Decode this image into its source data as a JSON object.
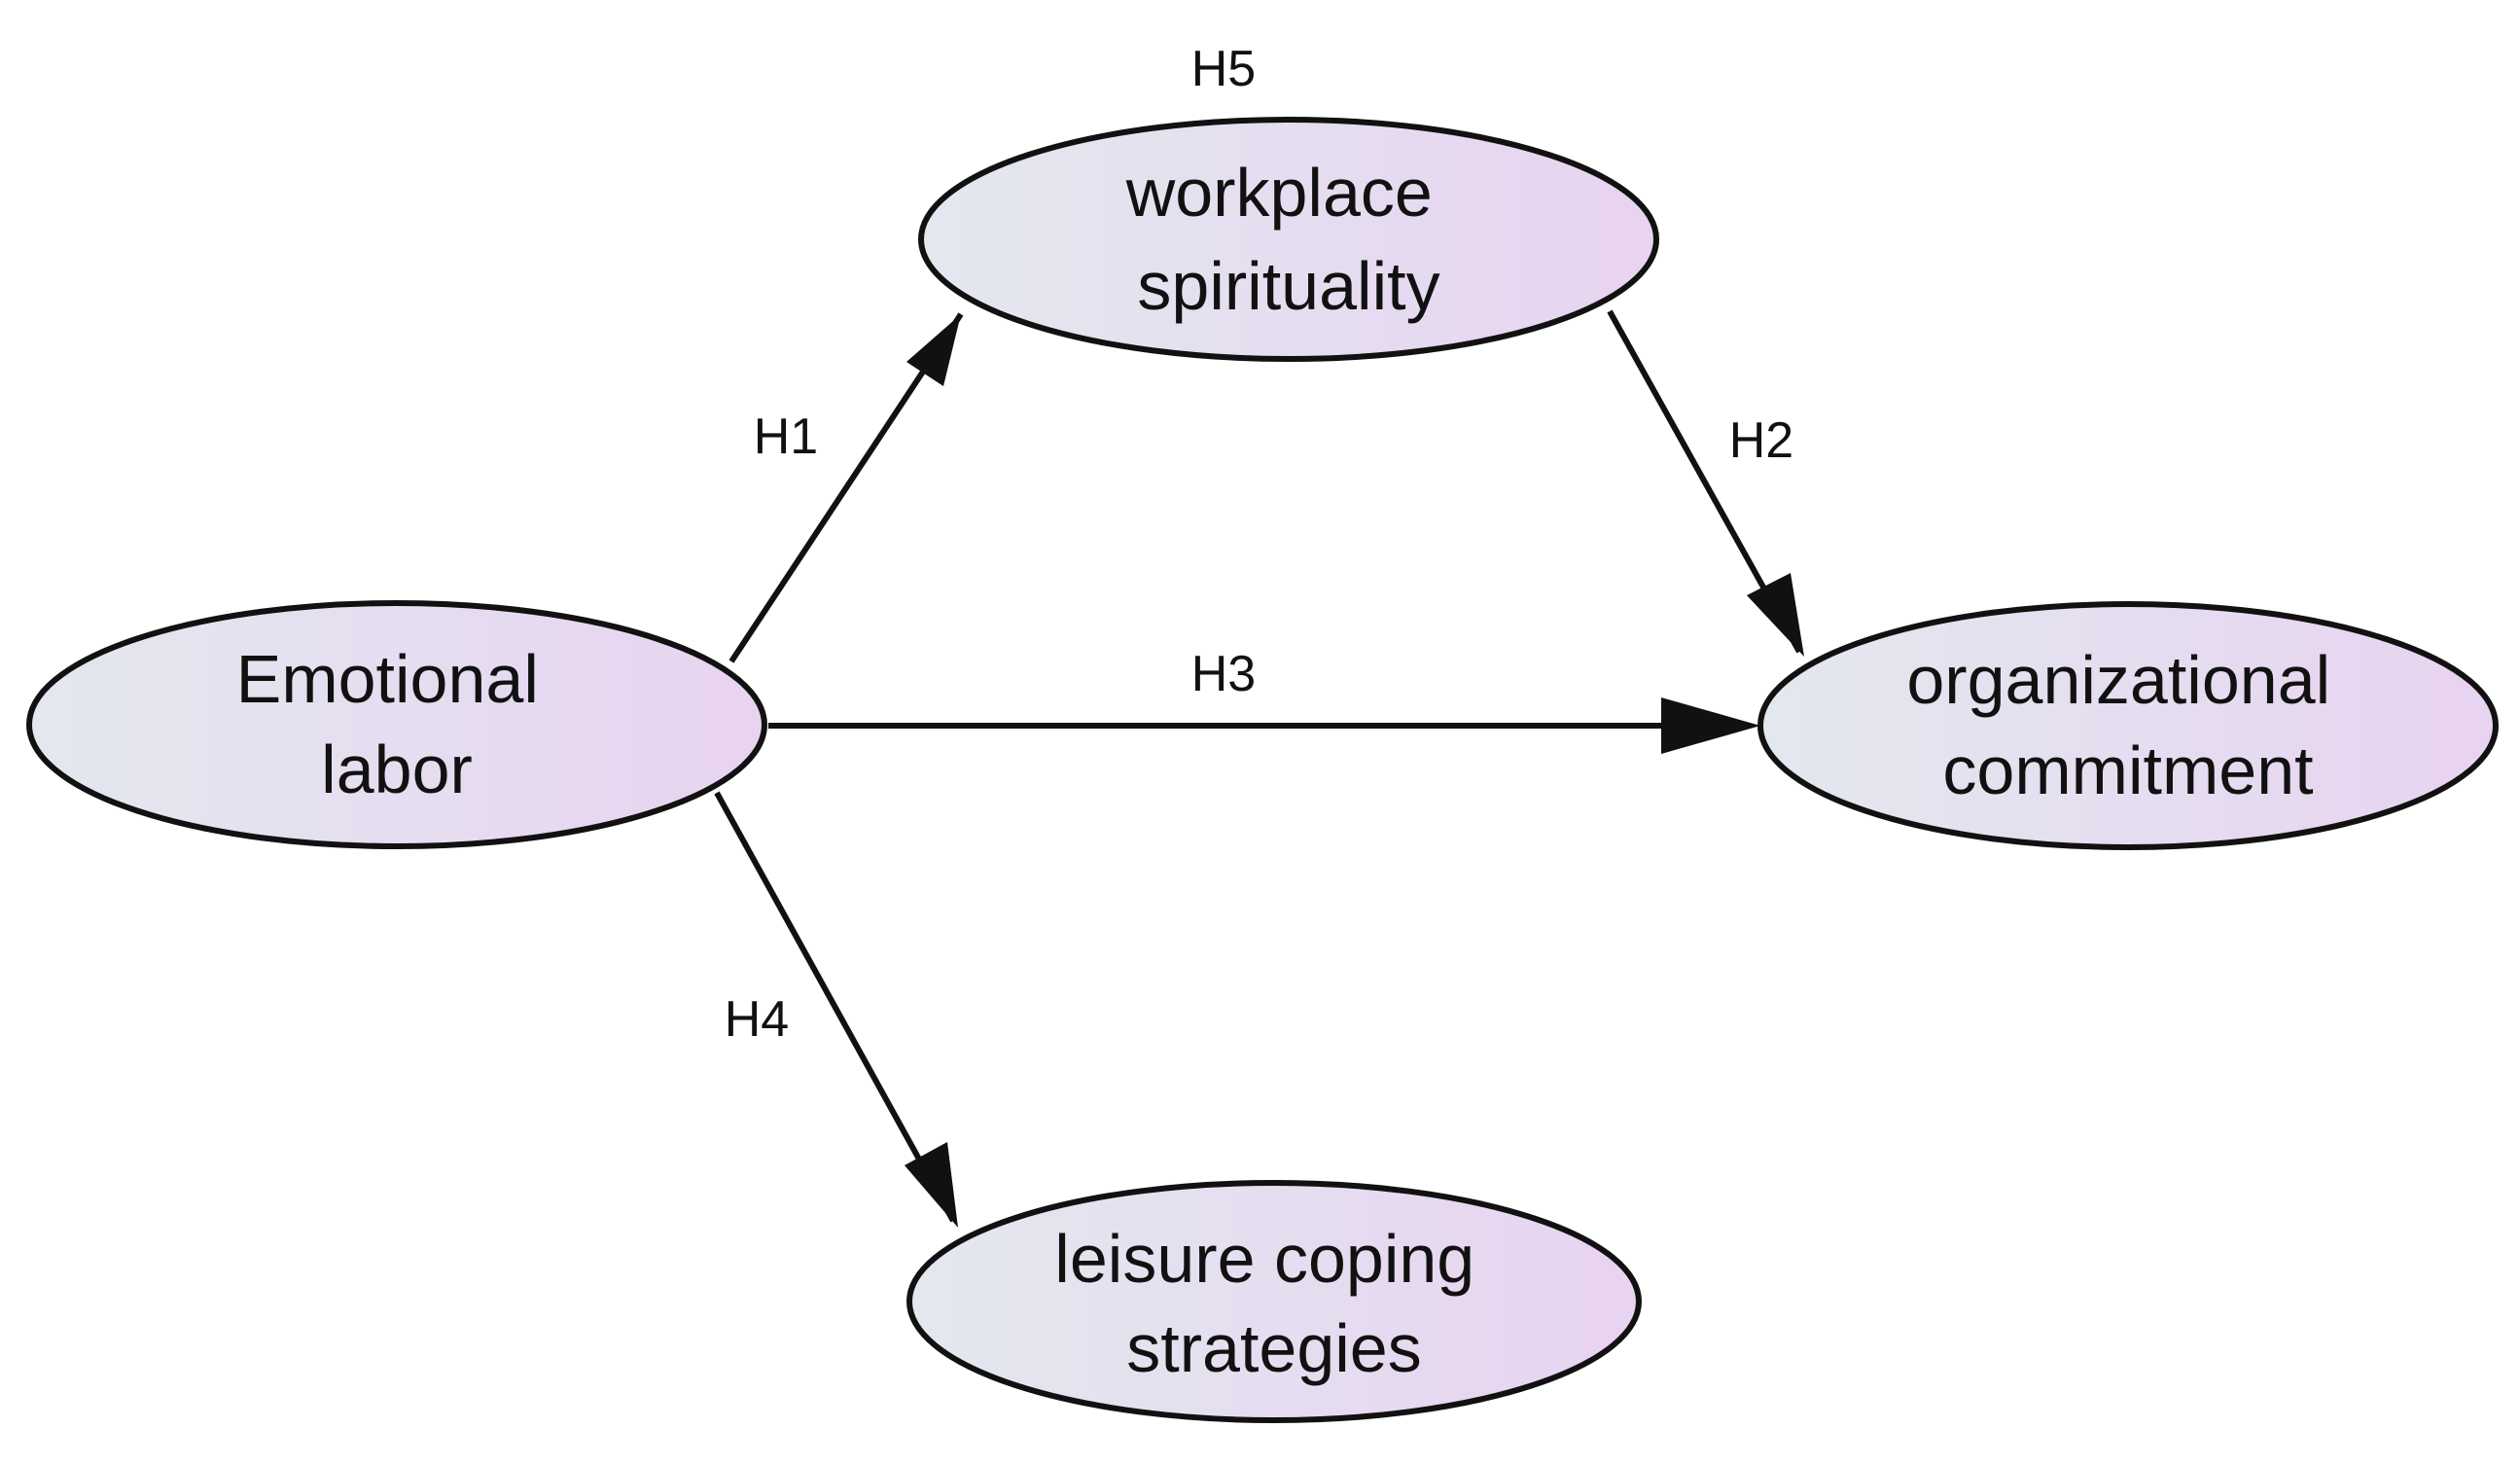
{
  "diagram": {
    "nodes": [
      {
        "id": "emotional_labor",
        "lines": [
          "Emotional",
          "labor"
        ]
      },
      {
        "id": "workplace_spirituality",
        "lines": [
          "workplace",
          "spirituality"
        ]
      },
      {
        "id": "organizational_commitment",
        "lines": [
          "organizational",
          "commitment"
        ]
      },
      {
        "id": "leisure_coping_strategies",
        "lines": [
          "leisure coping",
          "strategies"
        ]
      }
    ],
    "edges": [
      {
        "id": "h1",
        "label": "H1",
        "from": "emotional_labor",
        "to": "workplace_spirituality"
      },
      {
        "id": "h2",
        "label": "H2",
        "from": "workplace_spirituality",
        "to": "organizational_commitment"
      },
      {
        "id": "h3",
        "label": "H3",
        "from": "emotional_labor",
        "to": "organizational_commitment"
      },
      {
        "id": "h4",
        "label": "H4",
        "from": "emotional_labor",
        "to": "leisure_coping_strategies"
      }
    ],
    "annotations": [
      {
        "id": "h5",
        "label": "H5",
        "attached_to": "workplace_spirituality"
      }
    ],
    "colors": {
      "node_fill_left": "#e3e8ef",
      "node_fill_right": "#e8d3f0",
      "stroke": "#111111"
    }
  }
}
